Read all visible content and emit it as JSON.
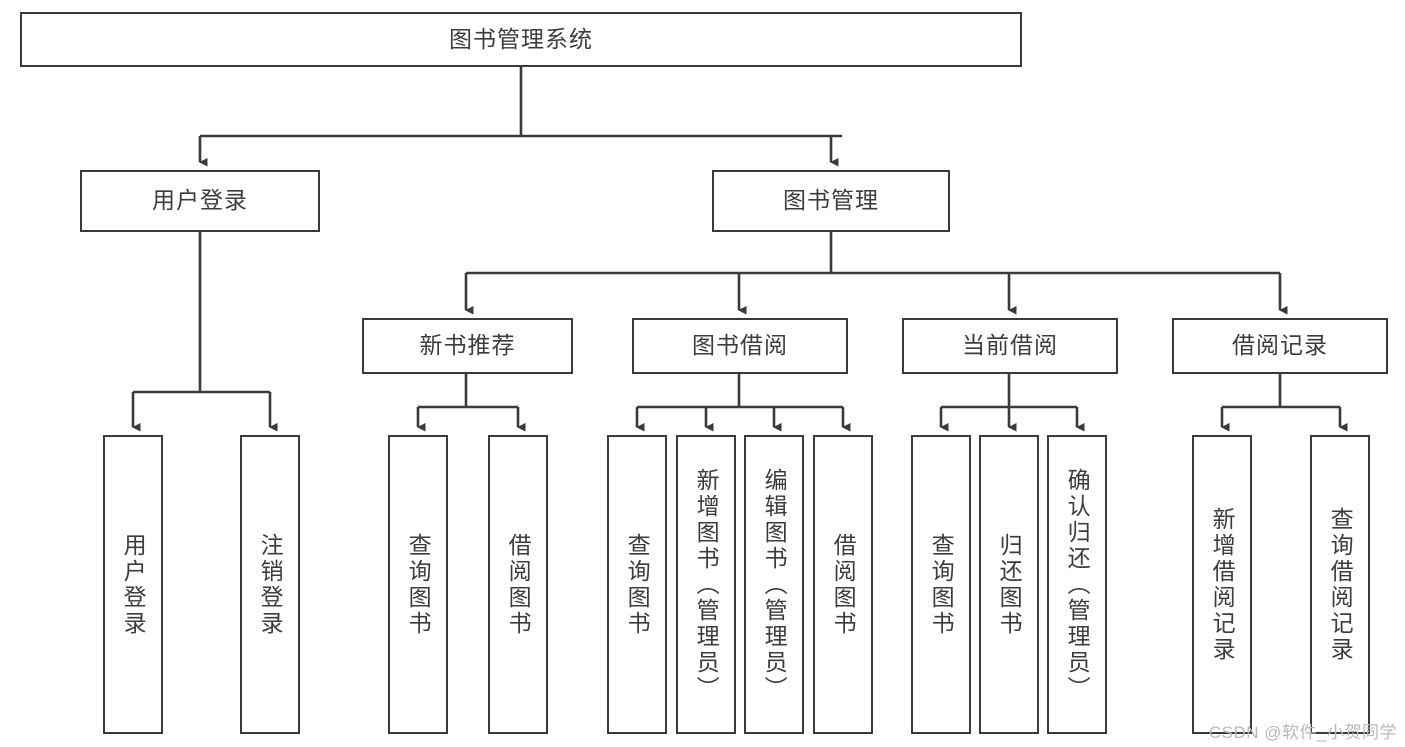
{
  "diagram": {
    "title": "图书管理系统",
    "watermark": "CSDN @软件_小贺同学",
    "stroke_color": "#3a3a3a",
    "text_color": "#3c3c3c",
    "background_color": "#ffffff",
    "root": {
      "label": "图书管理系统"
    },
    "level2": [
      {
        "label": "用户登录"
      },
      {
        "label": "图书管理"
      }
    ],
    "level3": [
      {
        "label": "新书推荐"
      },
      {
        "label": "图书借阅"
      },
      {
        "label": "当前借阅"
      },
      {
        "label": "借阅记录"
      }
    ],
    "leaves": {
      "user_login": [
        {
          "label": "用户登录"
        },
        {
          "label": "注销登录"
        }
      ],
      "new_book": [
        {
          "label": "查询图书"
        },
        {
          "label": "借阅图书"
        }
      ],
      "book_borrow": [
        {
          "label": "查询图书"
        },
        {
          "label": "新增图书（管理员）"
        },
        {
          "label": "编辑图书（管理员）"
        },
        {
          "label": "借阅图书"
        }
      ],
      "current_borrow": [
        {
          "label": "查询图书"
        },
        {
          "label": "归还图书"
        },
        {
          "label": "确认归还（管理员）"
        }
      ],
      "borrow_record": [
        {
          "label": "新增借阅记录"
        },
        {
          "label": "查询借阅记录"
        }
      ]
    }
  }
}
